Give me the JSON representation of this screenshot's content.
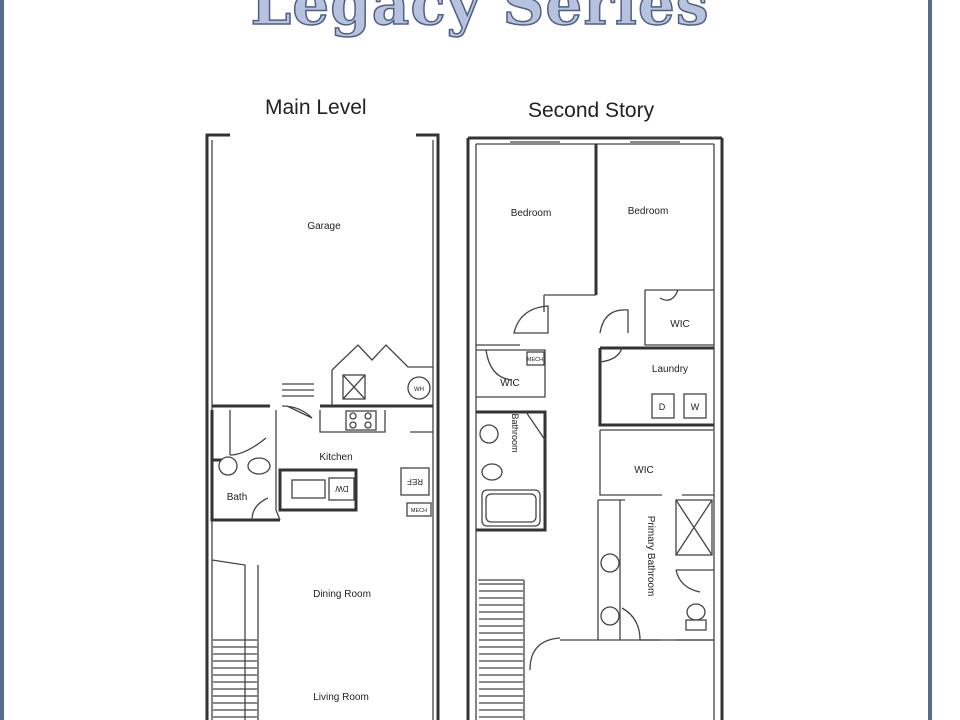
{
  "brochure": {
    "title": "Legacy Series"
  },
  "main_level": {
    "title": "Main Level",
    "rooms": {
      "garage": "Garage",
      "kitchen": "Kitchen",
      "bath": "Bath",
      "dining_room": "Dining Room",
      "living_room": "Living Room"
    },
    "fixtures": {
      "water_heater": "WH",
      "dishwasher": "DW",
      "refrigerator": "REF",
      "mech": "MECH"
    }
  },
  "second_story": {
    "title": "Second Story",
    "rooms": {
      "bedroom_left": "Bedroom",
      "bedroom_right": "Bedroom",
      "wic_right": "WIC",
      "wic_left": "WIC",
      "laundry": "Laundry",
      "bathroom": "Bathroom",
      "wic_primary": "WIC",
      "primary_bathroom": "Primary Bathroom"
    },
    "fixtures": {
      "mech": "MECH",
      "dryer": "D",
      "washer": "W"
    }
  },
  "colors": {
    "frame": "#5c6a8a",
    "title_fill": "#b7c3de",
    "title_outline": "#4f5f86",
    "wall": "#333333"
  }
}
